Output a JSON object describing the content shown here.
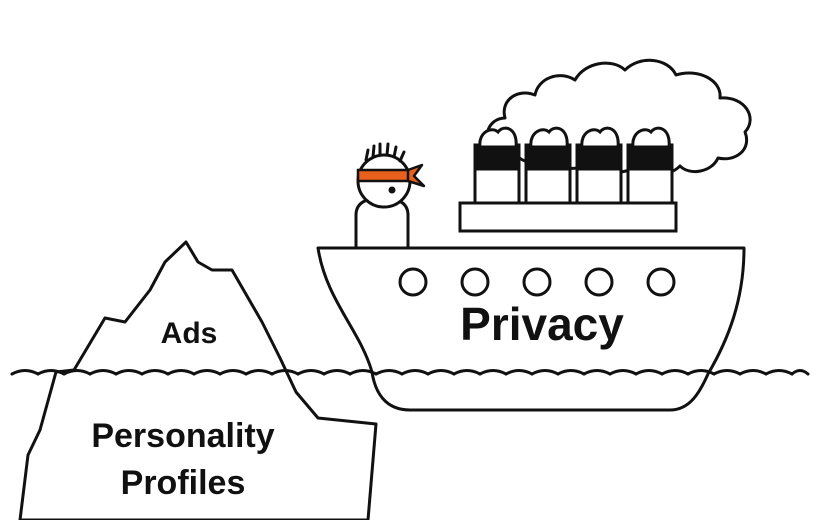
{
  "labels": {
    "iceberg_top": "Ads",
    "iceberg_bottom_line1": "Personality",
    "iceberg_bottom_line2": "Profiles",
    "ship": "Privacy"
  },
  "colors": {
    "stroke": "#111111",
    "fill": "#ffffff",
    "funnel_band": "#111111",
    "bandana": "#e8601c"
  },
  "icons": {
    "character": "ninja-lookout-icon",
    "ship": "steamship-icon",
    "iceberg": "iceberg-icon",
    "smoke": "smoke-cloud-icon",
    "water": "wave-line-icon"
  }
}
